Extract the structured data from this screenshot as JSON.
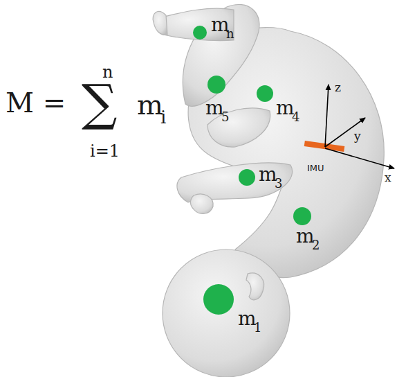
{
  "diagram": {
    "labels": [
      "M =",
      "∑",
      "n",
      "i=1",
      "m",
      "i",
      "m",
      "n",
      "m",
      "5",
      "m",
      "4",
      "m",
      "3",
      "m",
      "2",
      "m",
      "1",
      "z",
      "y",
      "x",
      "IMU"
    ]
  }
}
